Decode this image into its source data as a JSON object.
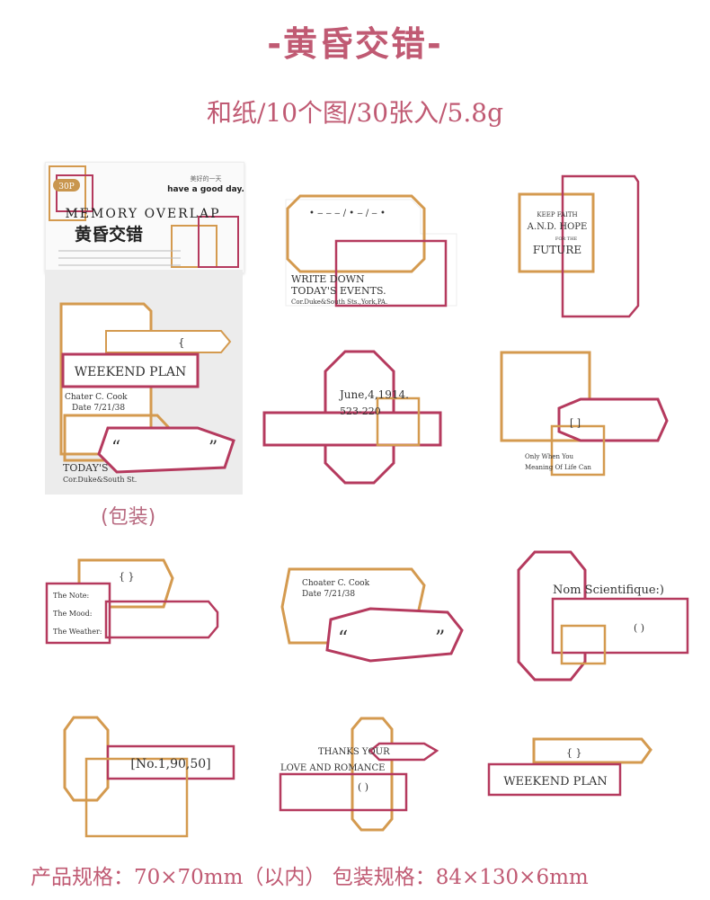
{
  "header": {
    "title": "-黄昏交错-",
    "subtitle": "和纸/10个图/30张入/5.8g"
  },
  "package": {
    "caption": "(包装)",
    "count_badge": "30P",
    "slogan_cn": "美好的一天",
    "slogan_en": "have a good day.",
    "brand_en": "MEMORY OVERLAP",
    "brand_cn": "黄昏交错",
    "inner_labels": [
      "WEEKEND PLAN",
      "Chater C. Cook",
      "Date 7/21/38",
      "TODAY'S",
      "Cor.Duke&South St."
    ]
  },
  "stickers": {
    "s1": {
      "line1": "• ‒ ‒ ‒ / • ‒ / ‒ •",
      "line2": "WRITE DOWN",
      "line3": "TODAY'S EVENTS.",
      "line4": "Cor.Duke&South Sts.,York,PA."
    },
    "s2": {
      "line1": "KEEP FAITH",
      "line2": "A.N.D. HOPE",
      "line3": "FOR THE",
      "line4": "FUTURE"
    },
    "s3": {
      "line1": "June,4,1914.",
      "line2": "523-220"
    },
    "s4": {
      "bracket": "[          ]",
      "line1": "Only When You",
      "line2": "Meaning Of Life Can"
    },
    "s5": {
      "braces": "{              }",
      "line1": "The Note:",
      "line2": "The Mood:",
      "line3": "The Weather:"
    },
    "s6": {
      "line1": "Choater C. Cook",
      "line2": "Date 7/21/38",
      "quote_open": "“",
      "quote_close": "”"
    },
    "s7": {
      "line1": "Nom Scientifique:)",
      "line2": "(        )"
    },
    "s8": {
      "line1": "[No.1,90,50]"
    },
    "s9": {
      "line1": "THANKS YOUR",
      "line2": "LOVE AND ROMANCE",
      "line3": "(        )"
    },
    "s10": {
      "braces": "{              }",
      "line1": "WEEKEND PLAN"
    }
  },
  "footer": {
    "spec": "产品规格：70×70mm（以内） 包装规格：84×130×6mm"
  },
  "colors": {
    "title": "#c05a73",
    "gold": "#d49a4f",
    "wine": "#b53a5e"
  }
}
